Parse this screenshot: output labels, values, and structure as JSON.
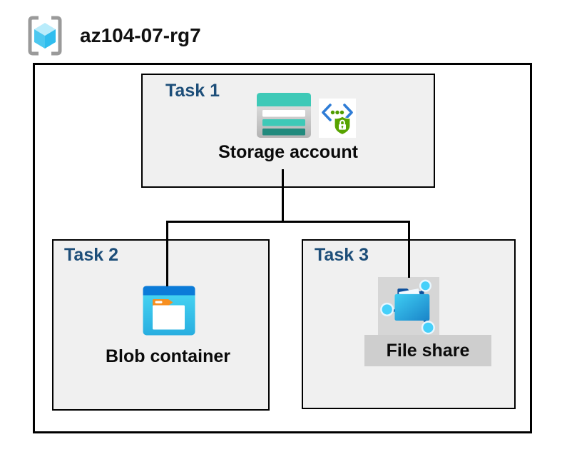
{
  "header": {
    "resource_group": "az104-07-rg7"
  },
  "tasks": [
    {
      "label": "Task 1",
      "resource": "Storage account"
    },
    {
      "label": "Task 2",
      "resource": "Blob container"
    },
    {
      "label": "Task 3",
      "resource": "File share"
    }
  ],
  "icons": {
    "resource_group": "azure-resource-group (cube in brackets)",
    "storage_account": "storage-account (teal striped card)",
    "secure_access": "code-brackets-with-dots and green shield lock (SAS secure access)",
    "blob_container": "blob-container (blue window with folder and orange tab)",
    "file_share": "file-share (blue folder with network nodes)"
  },
  "colors": {
    "task_label_navy": "#1D4E79",
    "panel_fill": "#F0F0F0",
    "border_black": "#000000",
    "storage_teal": "#3EC9B7",
    "storage_teal_dark": "#218A7D",
    "blob_header_blue": "#0B7BD8",
    "blob_body_cyan": "#35C8EF",
    "folder_tab_orange": "#F78F20",
    "file_share_blue": "#1A84C8",
    "node_cyan": "#45D0FA",
    "shield_green": "#57A300",
    "bracket_blue": "#2E7CD6",
    "selection_gray_icon": "#D6D6D6",
    "selection_gray_label": "#CECECE",
    "rg_bracket_gray": "#9A9A9A"
  }
}
